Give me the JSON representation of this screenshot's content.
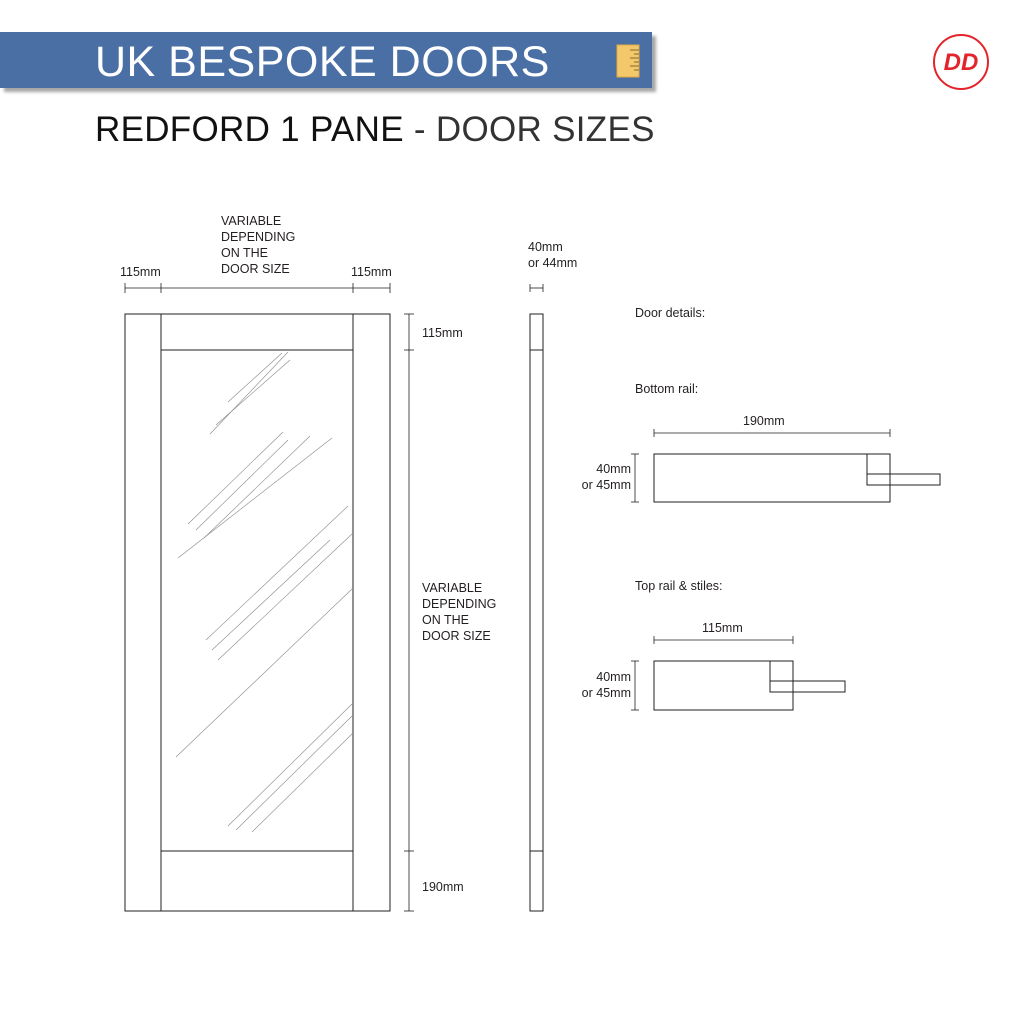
{
  "banner": {
    "title": "UK BESPOKE DOORS"
  },
  "subtitle": {
    "name": "REDFORD 1 PANE",
    "separator": " - ",
    "suffix": "DOOR SIZES"
  },
  "logo": {
    "text": "DD",
    "color": "#e3242b"
  },
  "colors": {
    "banner": "#4a6fa5",
    "icon": "#f3c86b",
    "line": "#231f20"
  },
  "front_view": {
    "width_label_lines": [
      "VARIABLE",
      "DEPENDING",
      "ON THE",
      "DOOR SIZE"
    ],
    "left_stile": "115mm",
    "right_stile": "115mm",
    "top_rail": "115mm",
    "height_label_lines": [
      "VARIABLE",
      "DEPENDING",
      "ON THE",
      "DOOR SIZE"
    ],
    "bottom_rail": "190mm"
  },
  "side_view": {
    "thickness_lines": [
      "40mm",
      "or 44mm"
    ]
  },
  "details": {
    "heading": "Door details:",
    "bottom_rail": {
      "title": "Bottom rail:",
      "width": "190mm",
      "thickness_lines": [
        "40mm",
        "or 45mm"
      ]
    },
    "top_rail": {
      "title": "Top rail & stiles:",
      "width": "115mm",
      "thickness_lines": [
        "40mm",
        "or 45mm"
      ]
    }
  }
}
